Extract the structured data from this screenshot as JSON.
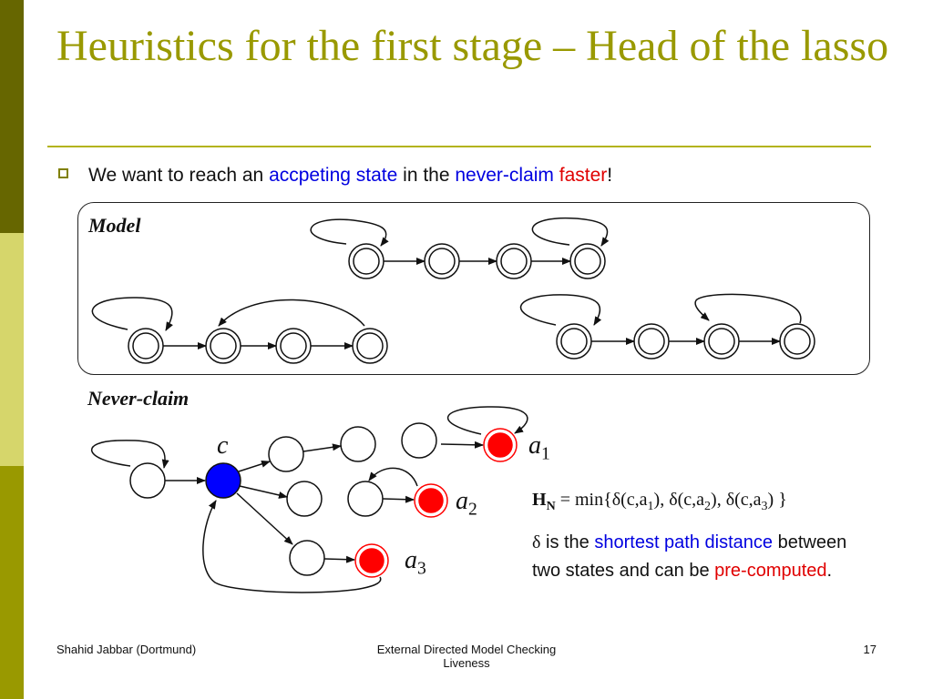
{
  "slide": {
    "title": "Heuristics for the first stage – Head of the lasso",
    "bullet": {
      "part1": "We want to reach an ",
      "highlight1": "accpeting state",
      "part2": " in the ",
      "highlight2": "never-claim",
      "part3": " ",
      "highlight3": "faster",
      "part4": "!"
    },
    "model_label": "Model",
    "never_claim_label": "Never-claim",
    "state_labels": {
      "c": "c",
      "a1": "a",
      "a1_sub": "1",
      "a2": "a",
      "a2_sub": "2",
      "a3": "a",
      "a3_sub": "3"
    },
    "formula": {
      "h": "H",
      "h_sub": "N",
      "eq": " = min{",
      "t1": "δ(c,a",
      "s1": "1",
      "t2": "), δ(c,a",
      "s2": "2",
      "t3": "), δ(c,a",
      "s3": "3",
      "t4": ") }"
    },
    "description": {
      "delta": "δ",
      "part1": " is the ",
      "highlight1": "shortest path distance",
      "part2": " between two states and can be ",
      "highlight2": "pre-computed",
      "part3": "."
    },
    "footer": {
      "author": "Shahid Jabbar (Dortmund)",
      "center_line1": "External Directed Model Checking",
      "center_line2": "Liveness",
      "page": "17"
    },
    "colors": {
      "title": "#999900",
      "bar_dark": "#666600",
      "bar_light": "#d6d66b",
      "bar_mid": "#999900",
      "accent_blue": "#0000e0",
      "accent_red": "#e00000",
      "state_blue": "#0000ff",
      "state_red": "#ff0000"
    }
  }
}
